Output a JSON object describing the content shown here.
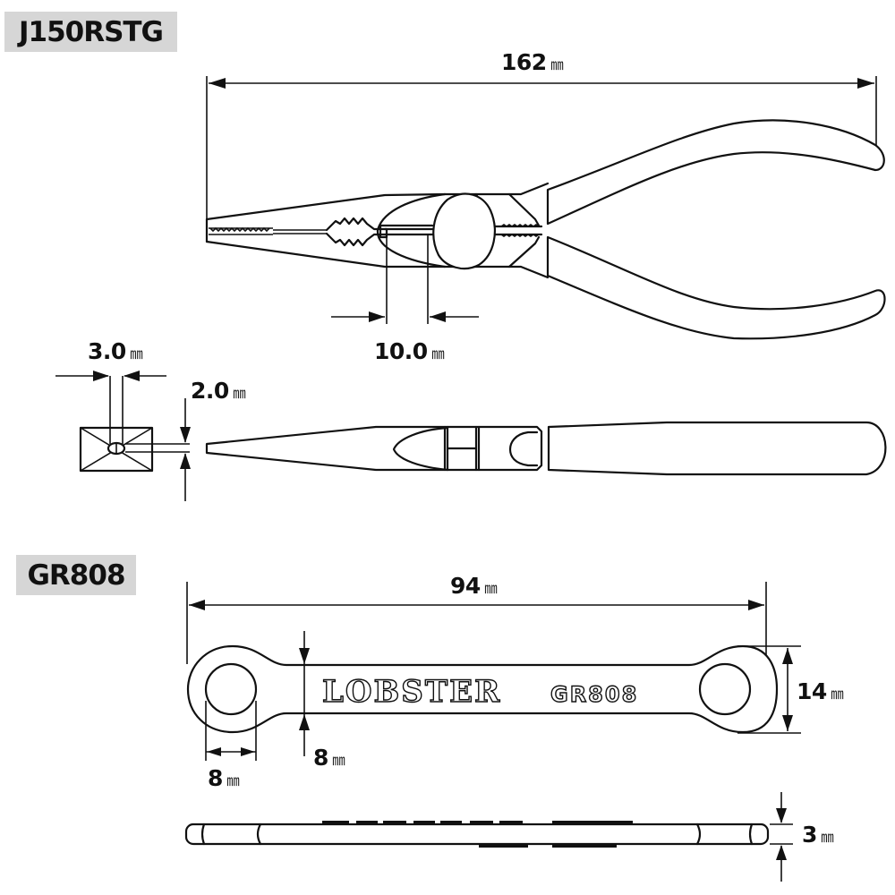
{
  "products": [
    {
      "model": "J150RSTG",
      "type": "needle-nose-pliers",
      "dimensions": {
        "overall_length": {
          "value": "162",
          "unit": "㎜"
        },
        "cutter_length": {
          "value": "10.0",
          "unit": "㎜"
        },
        "tip_width": {
          "value": "3.0",
          "unit": "㎜"
        },
        "tip_thickness": {
          "value": "2.0",
          "unit": "㎜"
        }
      }
    },
    {
      "model": "GR808",
      "type": "ring-spanner",
      "engraving": {
        "brand": "LOBSTER",
        "model": "GR808"
      },
      "dimensions": {
        "overall_length": {
          "value": "94",
          "unit": "㎜"
        },
        "end_height": {
          "value": "14",
          "unit": "㎜"
        },
        "ring_hole_diameter": {
          "value": "8",
          "unit": "㎜"
        },
        "shank_width": {
          "value": "8",
          "unit": "㎜"
        },
        "thickness": {
          "value": "3",
          "unit": "㎜"
        }
      }
    }
  ],
  "colors": {
    "line": "#111111",
    "badge_bg": "#d6d6d6",
    "background": "#ffffff"
  }
}
